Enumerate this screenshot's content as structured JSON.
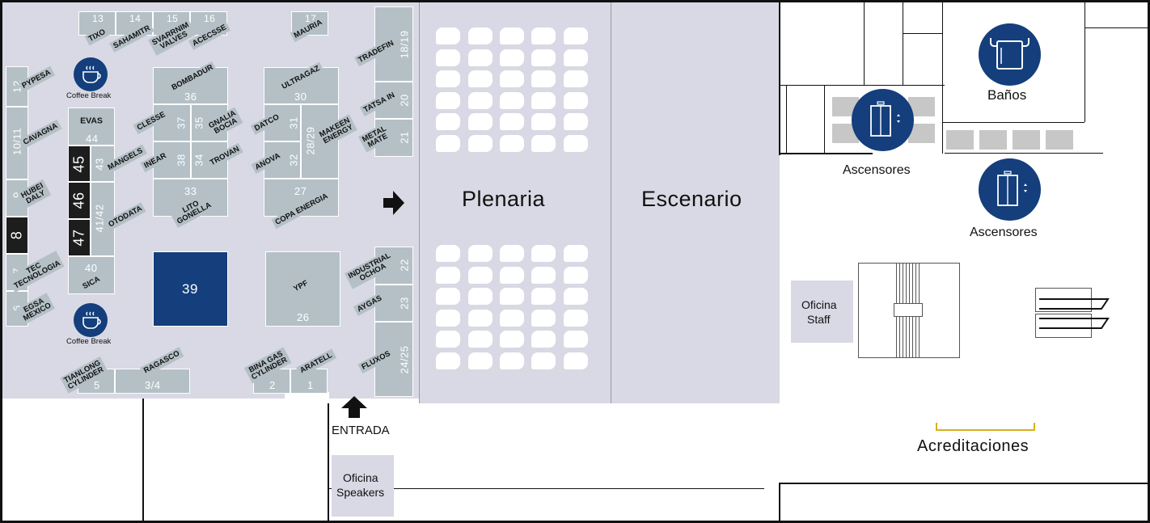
{
  "plan": {
    "plenaria": "Plenaria",
    "escenario": "Escenario",
    "entrada": "ENTRADA",
    "oficina_speakers": [
      "Oficina",
      "Speakers"
    ],
    "oficina_staff": [
      "Oficina",
      "Staff"
    ],
    "banos": "Baños",
    "ascensores_1": "Ascensores",
    "ascensores_2": "Ascensores",
    "acreditaciones": "Acreditaciones",
    "coffee_break_1": "Coffee Break",
    "coffee_break_2": "Coffee Break"
  },
  "booth_numbers": {
    "b13": "13",
    "b14": "14",
    "b15": "15",
    "b16": "16",
    "b17": "17",
    "b12": "12",
    "b10_11": "10/11",
    "b9": "9",
    "b8": "8",
    "b7": "7",
    "b6": "6",
    "b44": "44",
    "b45": "45",
    "b46": "46",
    "b47": "47",
    "b43": "43",
    "b41_42": "41/42",
    "b40": "40",
    "b36": "36",
    "b37": "37",
    "b35": "35",
    "b38": "38",
    "b34": "34",
    "b33": "33",
    "b30": "30",
    "b31": "31",
    "b28_29": "28/29",
    "b32": "32",
    "b27": "27",
    "b39": "39",
    "b26": "26",
    "b18_19": "18/19",
    "b20": "20",
    "b21": "21",
    "b22": "22",
    "b23": "23",
    "b24_25": "24/25",
    "b5": "5",
    "b3_4": "3/4",
    "b2": "2",
    "b1": "1"
  },
  "exhibitors": {
    "tixo": [
      "TIXO"
    ],
    "sahamitr": [
      "SAHAMITR"
    ],
    "svarrnim": [
      "SVARRNIM",
      "VALVES"
    ],
    "acecsse": [
      "ACECSSE"
    ],
    "mauria": [
      "MAURIA"
    ],
    "pypesa": [
      "PYPESA"
    ],
    "cavagna": [
      "CAVAGNA"
    ],
    "hubei": [
      "HUBEI",
      "DALY"
    ],
    "tec": [
      "TEC",
      "TECNOLOGIA"
    ],
    "egsa": [
      "EGSA",
      "MEXICO"
    ],
    "evas": [
      "EVAS"
    ],
    "mangels": [
      "MANGELS"
    ],
    "otodata": [
      "OTODATA"
    ],
    "sica": [
      "SICA"
    ],
    "bombadur": [
      "BOMBADUR"
    ],
    "clesse": [
      "CLESSE"
    ],
    "gnalia": [
      "GNALIA",
      "BOCIA"
    ],
    "inear": [
      "INEAR"
    ],
    "trovan": [
      "TROVAN"
    ],
    "lito": [
      "LITO",
      "GONELLA"
    ],
    "ultragaz": [
      "ULTRAGAZ"
    ],
    "datco": [
      "DATCO"
    ],
    "makeen": [
      "MAKEEN",
      "ENERGY"
    ],
    "anova": [
      "ANOVA"
    ],
    "copa": [
      "COPA ENERGIA"
    ],
    "ypf": [
      "YPF"
    ],
    "tradefin": [
      "TRADEFIN"
    ],
    "tatsa": [
      "TATSA IN"
    ],
    "metal": [
      "METAL",
      "MATE"
    ],
    "industrial": [
      "INDUSTRIAL",
      "OCHOA"
    ],
    "aygas": [
      "AYGAS"
    ],
    "fluxos": [
      "FLUXOS"
    ],
    "tianlong": [
      "TIANLONG",
      "CYLINDER"
    ],
    "ragasco": [
      "RAGASCO"
    ],
    "bina": [
      "BINA GAS",
      "CYLINDER"
    ],
    "aratell": [
      "ARATELL"
    ]
  },
  "icons": {
    "coffee": "coffee-cup-icon",
    "restroom": "restroom-icon",
    "elevator": "elevator-icon",
    "arrow": "arrow-icon"
  },
  "colors": {
    "hall": "#d8d9e4",
    "booth": "#b4c0c6",
    "dark_booth": "#1d1d1d",
    "navy": "#143e7c",
    "accent": "#d6b21c"
  }
}
